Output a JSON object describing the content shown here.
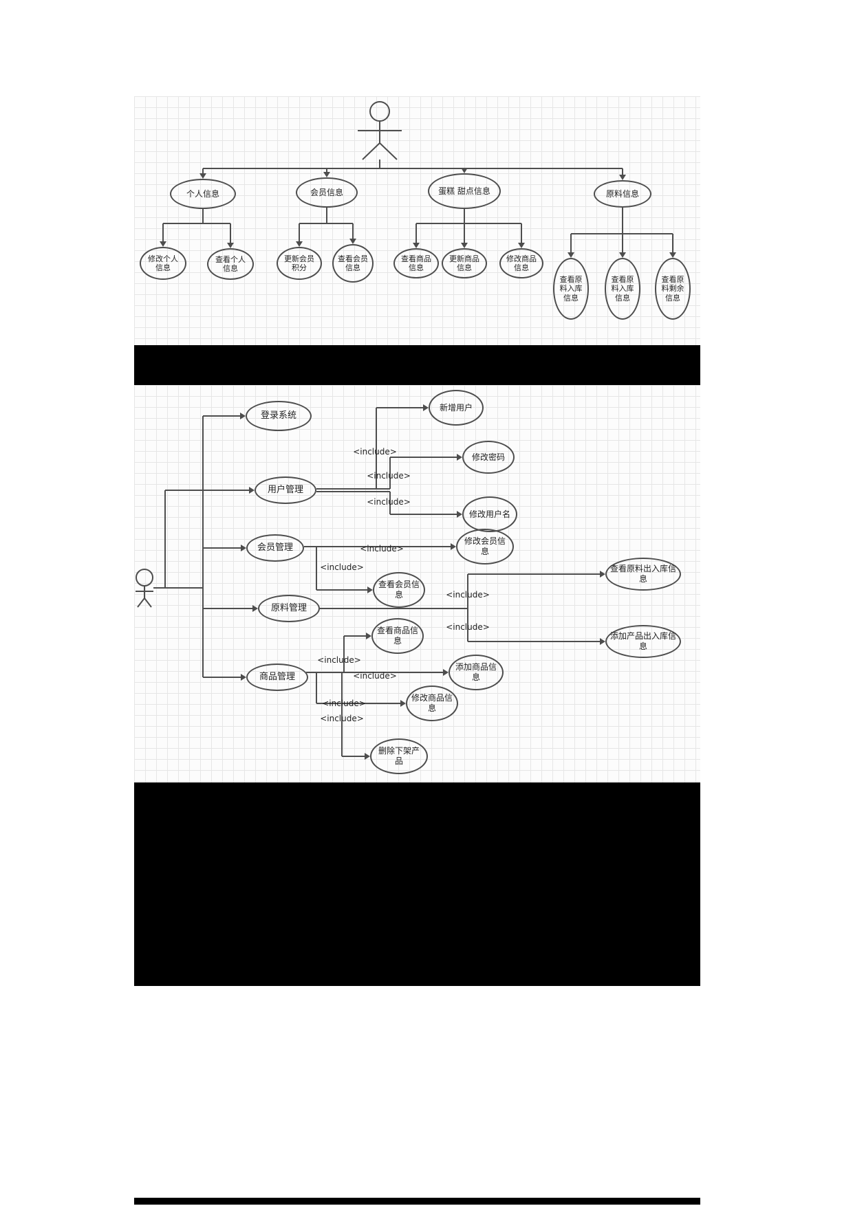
{
  "page": {
    "background": "#ffffff",
    "grid_color": "#e6e6e6",
    "line_color": "#4d4d4d",
    "redaction_color": "#000000"
  },
  "diagram1": {
    "description": "admin information use-case tree",
    "nodes": [
      {
        "id": "personal-info",
        "label": "个人信息"
      },
      {
        "id": "member-info",
        "label": "会员信息"
      },
      {
        "id": "cake-dessert-info",
        "label": "蛋糕 甜点信息"
      },
      {
        "id": "material-info",
        "label": "原料信息"
      },
      {
        "id": "modify-personal-info",
        "label": "修改个人信息"
      },
      {
        "id": "view-personal-info",
        "label": "查看个人信息"
      },
      {
        "id": "update-member-points",
        "label": "更新会员积分"
      },
      {
        "id": "view-member-info",
        "label": "查看会员信息"
      },
      {
        "id": "view-product-info",
        "label": "查看商品信息"
      },
      {
        "id": "update-product-info",
        "label": "更新商品信息"
      },
      {
        "id": "modify-product-info",
        "label": "修改商品信息"
      },
      {
        "id": "view-material-inbound-info",
        "label": "查看原料入库信息"
      },
      {
        "id": "view-material-inbound-info-2",
        "label": "查看原料入库信息"
      },
      {
        "id": "view-material-remaining-info",
        "label": "查看原料剩余信息"
      }
    ]
  },
  "diagram2": {
    "description": "system management use-case diagram with include relations",
    "include_label": "<include>",
    "nodes": [
      {
        "id": "login-system",
        "label": "登录系统"
      },
      {
        "id": "user-management",
        "label": "用户管理"
      },
      {
        "id": "member-management",
        "label": "会员管理"
      },
      {
        "id": "material-management",
        "label": "原料管理"
      },
      {
        "id": "product-management",
        "label": "商品管理"
      },
      {
        "id": "add-user",
        "label": "新增用户"
      },
      {
        "id": "change-password",
        "label": "修改密码"
      },
      {
        "id": "change-username",
        "label": "修改用户名"
      },
      {
        "id": "modify-member-info",
        "label": "修改会员信息"
      },
      {
        "id": "view-member-info",
        "label": "查看会员信息"
      },
      {
        "id": "view-material-io-info",
        "label": "查看原料出入库信息"
      },
      {
        "id": "add-product-io-info",
        "label": "添加产品出入库信息"
      },
      {
        "id": "view-product-info",
        "label": "查看商品信息"
      },
      {
        "id": "add-product-info",
        "label": "添加商品信息"
      },
      {
        "id": "modify-product-info",
        "label": "修改商品信息"
      },
      {
        "id": "delete-offshelf-product",
        "label": "删除下架产品"
      }
    ]
  }
}
